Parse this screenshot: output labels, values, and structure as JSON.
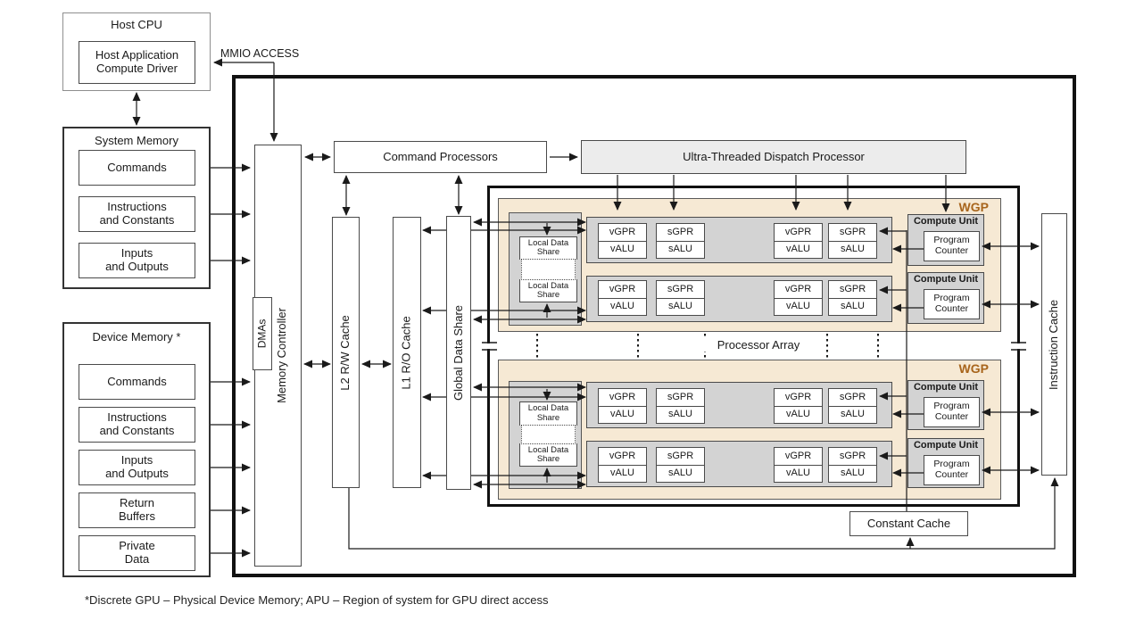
{
  "host_cpu": {
    "title": "Host CPU",
    "driver": "Host Application\nCompute Driver"
  },
  "mmio_label": "MMIO ACCESS",
  "system_memory": {
    "title": "System Memory",
    "items": [
      "Commands",
      "Instructions\nand Constants",
      "Inputs\nand Outputs"
    ]
  },
  "device_memory": {
    "title": "Device Memory *",
    "items": [
      "Commands",
      "Instructions\nand Constants",
      "Inputs\nand Outputs",
      "Return\nBuffers",
      "Private\nData"
    ]
  },
  "gpu": {
    "dmas": "DMAs",
    "memory_controller": "Memory Controller",
    "command_processors": "Command Processors",
    "dispatch_processor": "Ultra-Threaded Dispatch Processor",
    "l2_cache": "L2 R/W Cache",
    "l1_cache": "L1 R/O Cache",
    "global_data_share": "Global Data Share",
    "instruction_cache": "Instruction Cache",
    "constant_cache": "Constant Cache",
    "processor_array": "Processor Array",
    "wgp": "WGP",
    "compute_unit": "Compute Unit",
    "program_counter": "Program\nCounter",
    "local_data_share": "Local Data\nShare",
    "vgpr": "vGPR",
    "sgpr": "sGPR",
    "valu": "vALU",
    "salu": "sALU"
  },
  "footnote": "*Discrete GPU – Physical Device Memory; APU – Region of system for GPU direct access",
  "colors": {
    "wgp_fill": "#f6e9d4",
    "gray_fill": "#d3d3d3",
    "dispatch_fill": "#ececec",
    "wgp_label_text": "#a8651c",
    "line": "#1a1a1a"
  }
}
